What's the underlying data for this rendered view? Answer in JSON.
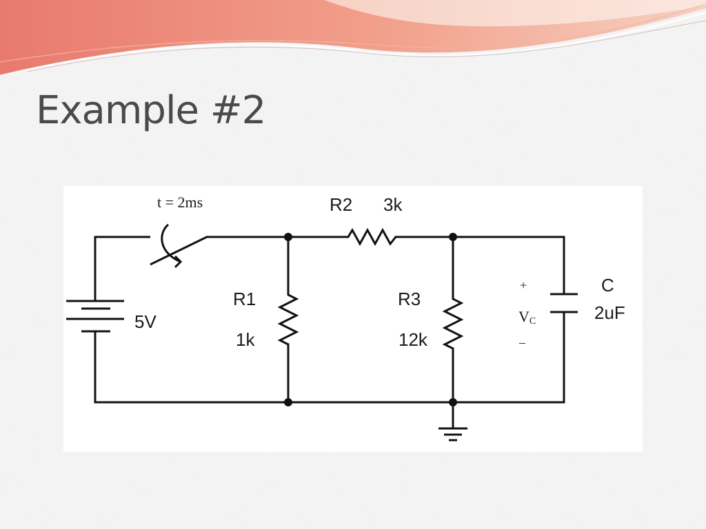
{
  "slide": {
    "title": "Example #2"
  },
  "circuit": {
    "switch_label": "t = 2ms",
    "source": {
      "value": "5V"
    },
    "r1": {
      "name": "R1",
      "value": "1k"
    },
    "r2": {
      "name": "R2",
      "value": "3k"
    },
    "r3": {
      "name": "R3",
      "value": "12k"
    },
    "capacitor": {
      "name": "C",
      "value": "2uF"
    },
    "vc": {
      "plus": "+",
      "symbol": "V",
      "subscript": "C",
      "minus": "–"
    }
  },
  "colors": {
    "banner_dark": "#e87a6e",
    "banner_light": "#f6c4b4",
    "title": "#4a4a4a"
  }
}
